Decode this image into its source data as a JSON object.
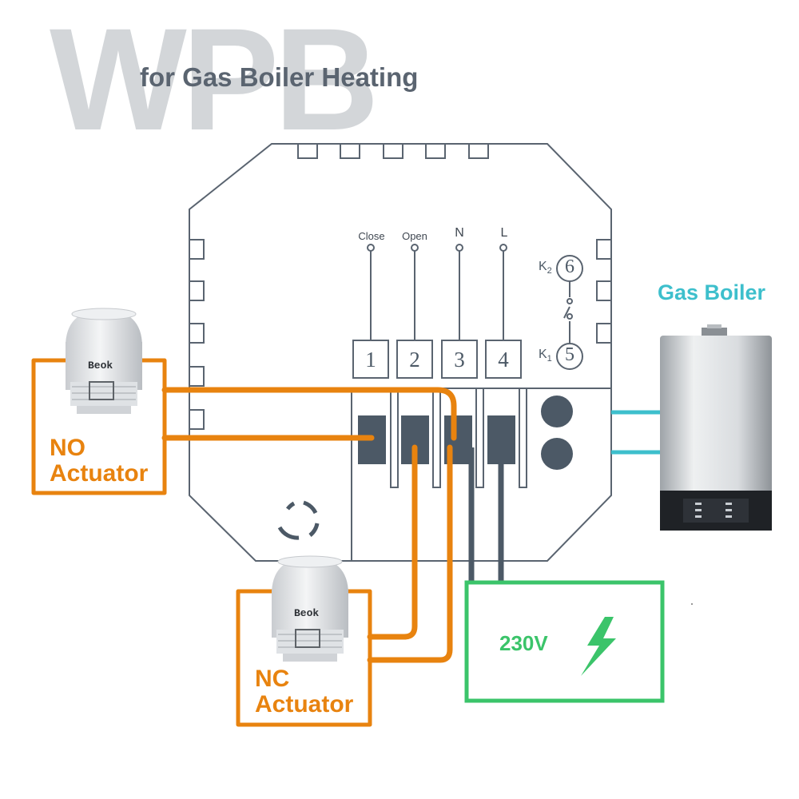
{
  "watermark": "WPB",
  "subtitle": "for Gas Boiler Heating",
  "terminals": {
    "top_labels": [
      "Close",
      "Open",
      "N",
      "L"
    ],
    "numbers": [
      "1",
      "2",
      "3",
      "4"
    ],
    "relay": {
      "k2_label": "K",
      "k2_sub": "2",
      "k2_num": "6",
      "k1_label": "K",
      "k1_sub": "1",
      "k1_num": "5"
    }
  },
  "actuators": {
    "no": {
      "brand": "Beok",
      "label_line1": "NO",
      "label_line2": "Actuator"
    },
    "nc": {
      "brand": "Beok",
      "label_line1": "NC",
      "label_line2": "Actuator"
    }
  },
  "boiler": {
    "label": "Gas Boiler"
  },
  "power": {
    "label": "230V"
  },
  "colors": {
    "orange": "#e8830f",
    "green": "#3bc46a",
    "cyan": "#3dbfcc",
    "outline": "#5a6470",
    "terminal": "#4c5966"
  }
}
